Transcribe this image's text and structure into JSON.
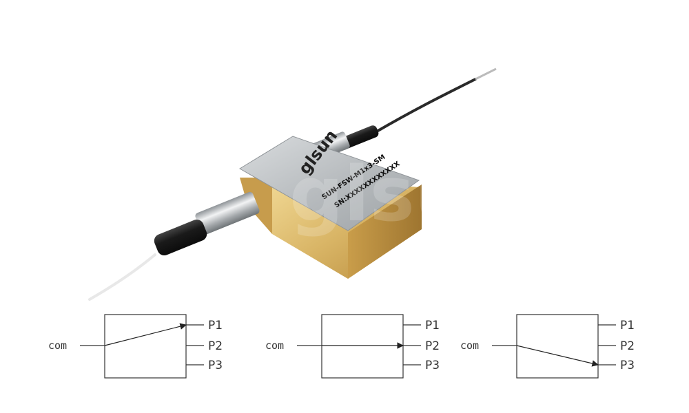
{
  "product": {
    "logo_text": "glsun",
    "model_label": "SUN-FSW-M1x3-SM",
    "serial_label": "SN:XXXXXXXXXXXX",
    "watermark_text": "glsun"
  },
  "diagrams": [
    {
      "input_label": "com",
      "ports": [
        "P1",
        "P2",
        "P3"
      ],
      "active_port_index": 0
    },
    {
      "input_label": "com",
      "ports": [
        "P1",
        "P2",
        "P3"
      ],
      "active_port_index": 1
    },
    {
      "input_label": "com",
      "ports": [
        "P1",
        "P2",
        "P3"
      ],
      "active_port_index": 2
    }
  ],
  "colors": {
    "gold_light": "#e9cf8a",
    "gold_dark": "#b88c3c",
    "steel": "#b8bcbf",
    "black_boot": "#222222",
    "fiber_white": "#eeeeee",
    "line": "#333333"
  }
}
